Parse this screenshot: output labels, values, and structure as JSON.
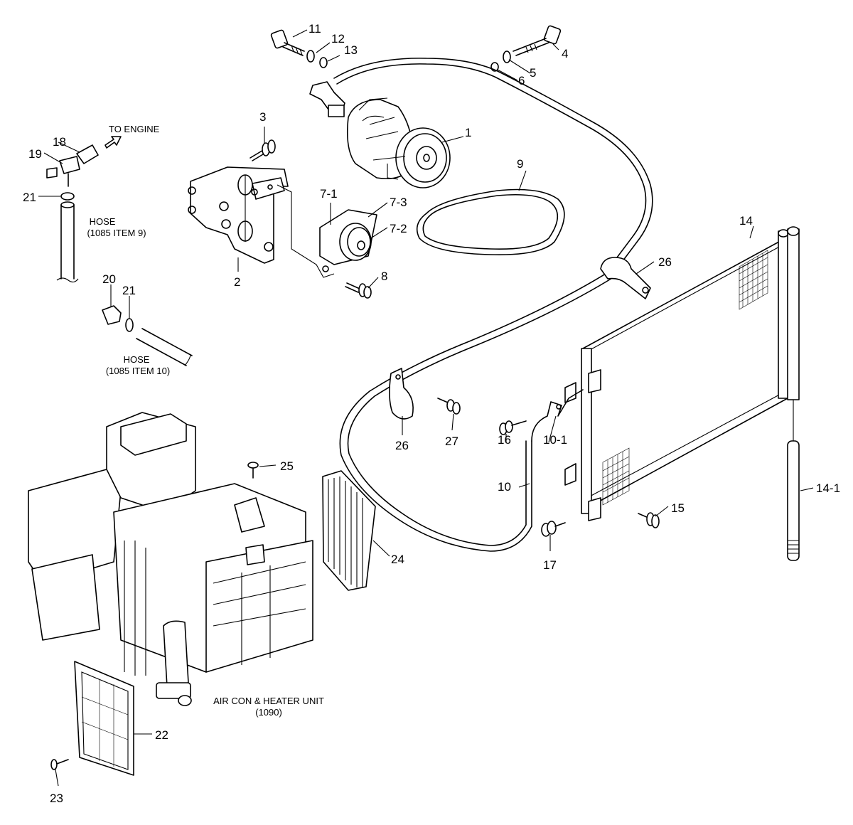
{
  "callouts": {
    "c1": "1",
    "c2": "2",
    "c3": "3",
    "c4": "4",
    "c5": "5",
    "c6": "6",
    "c7_1": "7-1",
    "c7_2": "7-2",
    "c7_3": "7-3",
    "c8": "8",
    "c9": "9",
    "c10": "10",
    "c10_1": "10-1",
    "c11": "11",
    "c12": "12",
    "c13": "13",
    "c14": "14",
    "c14_1": "14-1",
    "c15": "15",
    "c16": "16",
    "c17": "17",
    "c18": "18",
    "c19": "19",
    "c20": "20",
    "c21a": "21",
    "c21b": "21",
    "c22": "22",
    "c23": "23",
    "c24": "24",
    "c25": "25",
    "c26a": "26",
    "c26b": "26",
    "c27": "27"
  },
  "notes": {
    "to_engine": "TO ENGINE",
    "hose9_line1": "HOSE",
    "hose9_line2": "(1085 ITEM 9)",
    "hose10_line1": "HOSE",
    "hose10_line2": "(1085 ITEM 10)",
    "unit_line1": "AIR CON & HEATER UNIT",
    "unit_line2": "(1090)"
  }
}
